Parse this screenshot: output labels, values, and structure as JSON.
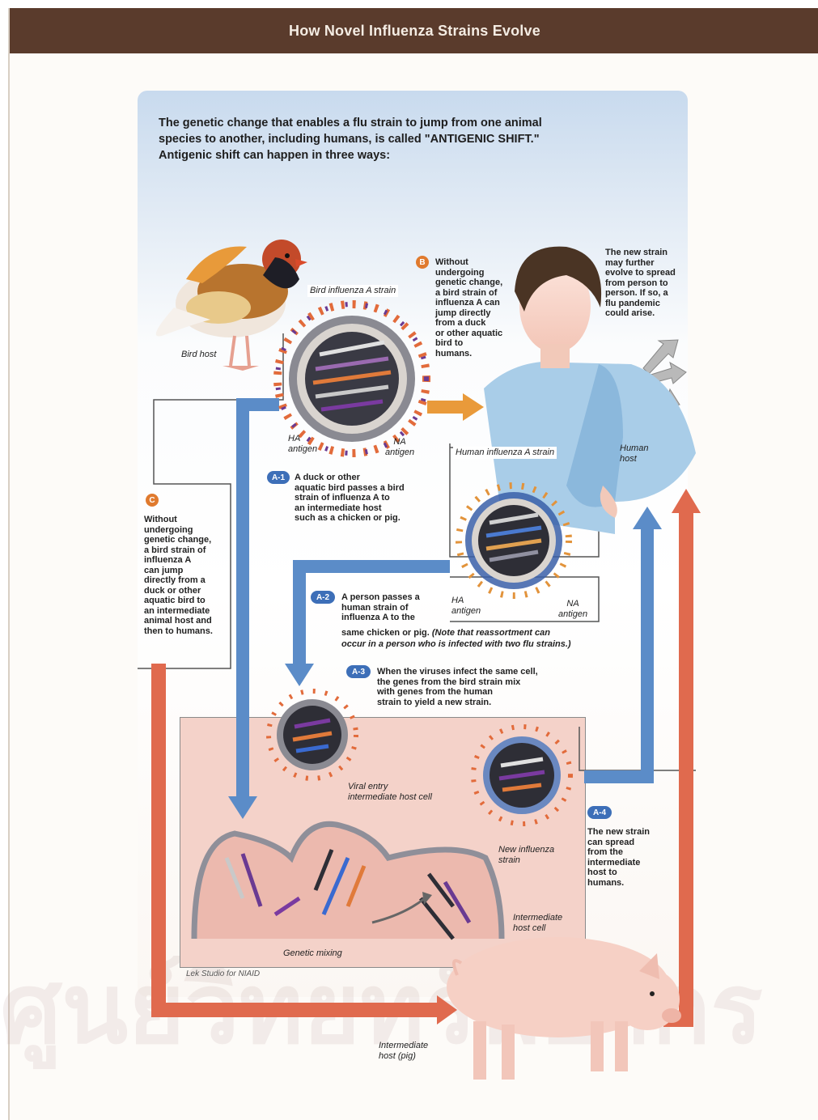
{
  "header": {
    "title": "How Novel Influenza Strains Evolve"
  },
  "intro": {
    "line1": "The genetic change that enables a flu strain to jump from one animal",
    "line2": "species to another, including humans, is called \"ANTIGENIC SHIFT.\"",
    "line3": "Antigenic shift can happen in three ways:"
  },
  "labels": {
    "bird_host": "Bird host",
    "bird_strain": "Bird influenza A strain",
    "ha_antigen_1a": "HA",
    "ha_antigen_1b": "antigen",
    "na_antigen_1a": "NA",
    "na_antigen_1b": "antigen",
    "human_strain": "Human influenza A strain",
    "human_host_a": "Human",
    "human_host_b": "host",
    "ha_antigen_2a": "HA",
    "ha_antigen_2b": "antigen",
    "na_antigen_2a": "NA",
    "na_antigen_2b": "antigen",
    "viral_entry_a": "Viral entry",
    "viral_entry_b": "intermediate host cell",
    "new_strain_a": "New influenza",
    "new_strain_b": "strain",
    "genetic_mixing": "Genetic mixing",
    "intermediate_cell_a": "Intermediate",
    "intermediate_cell_b": "host cell",
    "intermediate_host_a": "Intermediate",
    "intermediate_host_b": "host (pig)",
    "credit": "Lek Studio for NIAID"
  },
  "steps": {
    "b_badge": "B",
    "b_text": [
      "Without",
      "undergoing",
      "genetic change,",
      "a bird strain of",
      "influenza A can",
      "jump directly",
      "from a duck",
      "or other aquatic",
      "bird to",
      "humans."
    ],
    "pandemic_text": [
      "The new strain",
      "may further",
      "evolve to spread",
      "from person to",
      "person. If so, a",
      "flu pandemic",
      "could arise."
    ],
    "c_badge": "C",
    "c_text": [
      "Without",
      "undergoing",
      "genetic change,",
      "a bird strain of",
      "influenza A",
      "can jump",
      "directly from a",
      "duck or other",
      "aquatic bird to",
      "an intermediate",
      "animal host and",
      "then to humans."
    ],
    "a1_badge": "A-1",
    "a1_text": [
      "A duck or other",
      "aquatic bird passes a bird",
      "strain of influenza A to",
      "an intermediate host",
      "such as a chicken or pig."
    ],
    "a2_badge": "A-2",
    "a2_text": [
      "A person passes a",
      "human strain of",
      "influenza A to the",
      "same chicken or pig."
    ],
    "a2_note": [
      "(Note that reassortment can",
      "occur in a person who is infected with two flu strains.)"
    ],
    "a3_badge": "A-3",
    "a3_text": [
      "When the viruses infect the same cell,",
      "the genes from the bird strain mix",
      "with genes from the human",
      "strain to yield a new strain."
    ],
    "a4_badge": "A-4",
    "a4_text": [
      "The new strain",
      "can spread",
      "from the",
      "intermediate",
      "host to",
      "humans."
    ]
  },
  "colors": {
    "header_bg": "#5a3b2c",
    "blue_arrow": "#5b8cc8",
    "red_arrow": "#e06a4e",
    "orange_arrow": "#e99a3a",
    "badge_blue": "#3d6fb8",
    "badge_orange": "#e07a2e"
  },
  "icons": [
    "duck-icon",
    "woman-icon",
    "pig-icon",
    "virus-icon",
    "cell-icon"
  ],
  "watermark": {
    "text": "ศูนย์วิทยทรัพยากร"
  }
}
